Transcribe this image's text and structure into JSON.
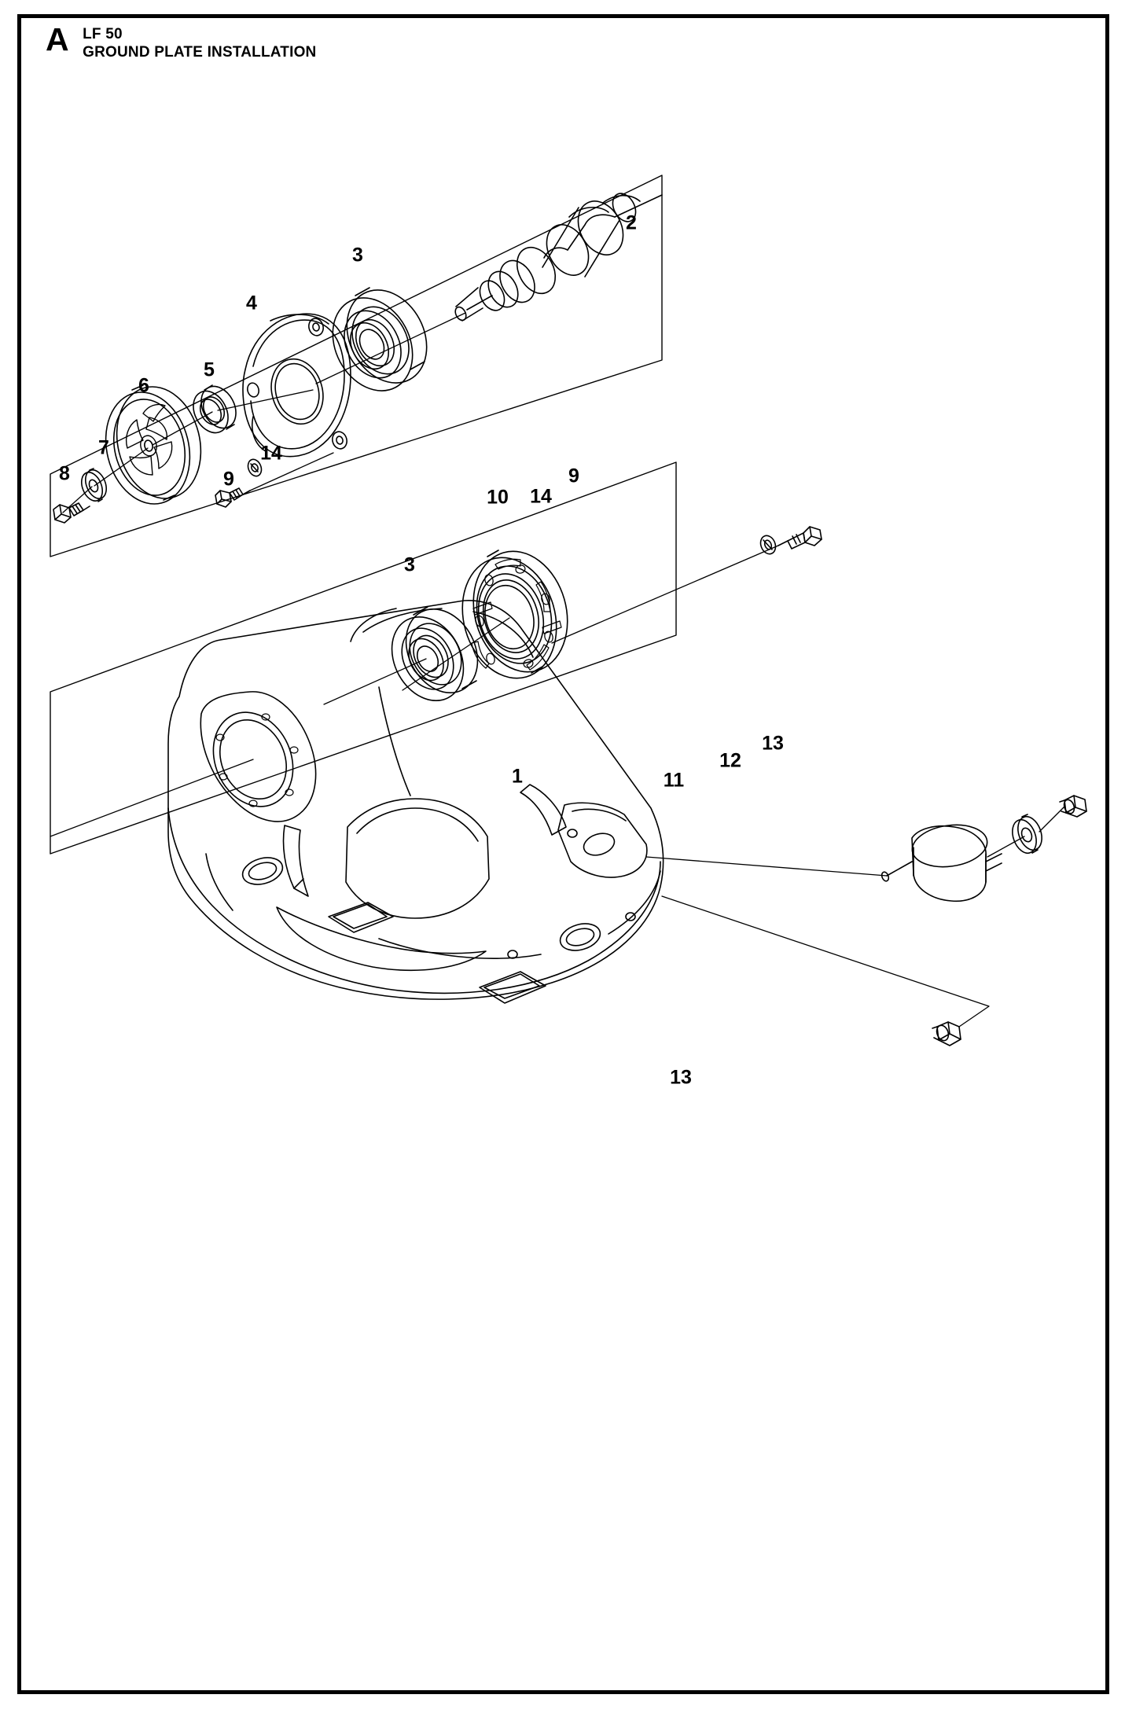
{
  "header": {
    "section_letter": "A",
    "model": "LF 50",
    "title": "GROUND PLATE INSTALLATION"
  },
  "colors": {
    "line": "#000000",
    "background": "#ffffff",
    "text": "#000000"
  },
  "callouts": [
    {
      "label": "2",
      "part": "crankshaft-eccentric-shaft"
    },
    {
      "label": "3",
      "part": "bearing-upper"
    },
    {
      "label": "4",
      "part": "cover-plate"
    },
    {
      "label": "5",
      "part": "seal-ring"
    },
    {
      "label": "6",
      "part": "fan-impeller"
    },
    {
      "label": "7",
      "part": "washer"
    },
    {
      "label": "8",
      "part": "hex-bolt"
    },
    {
      "label": "9",
      "part": "bolt-left"
    },
    {
      "label": "14",
      "part": "lock-washer-left"
    },
    {
      "label": "10",
      "part": "seal-retainer-ring"
    },
    {
      "label": "14",
      "part": "lock-washer-right"
    },
    {
      "label": "9",
      "part": "bolt-right"
    },
    {
      "label": "3",
      "part": "bearing-lower"
    },
    {
      "label": "1",
      "part": "ground-plate-base"
    },
    {
      "label": "11",
      "part": "rubber-vibration-mount"
    },
    {
      "label": "12",
      "part": "washer-mount"
    },
    {
      "label": "13",
      "part": "hex-nut-upper"
    },
    {
      "label": "13",
      "part": "hex-nut-lower"
    }
  ],
  "part_numbers_used": [
    "1",
    "2",
    "3",
    "4",
    "5",
    "6",
    "7",
    "8",
    "9",
    "10",
    "11",
    "12",
    "13",
    "14"
  ]
}
